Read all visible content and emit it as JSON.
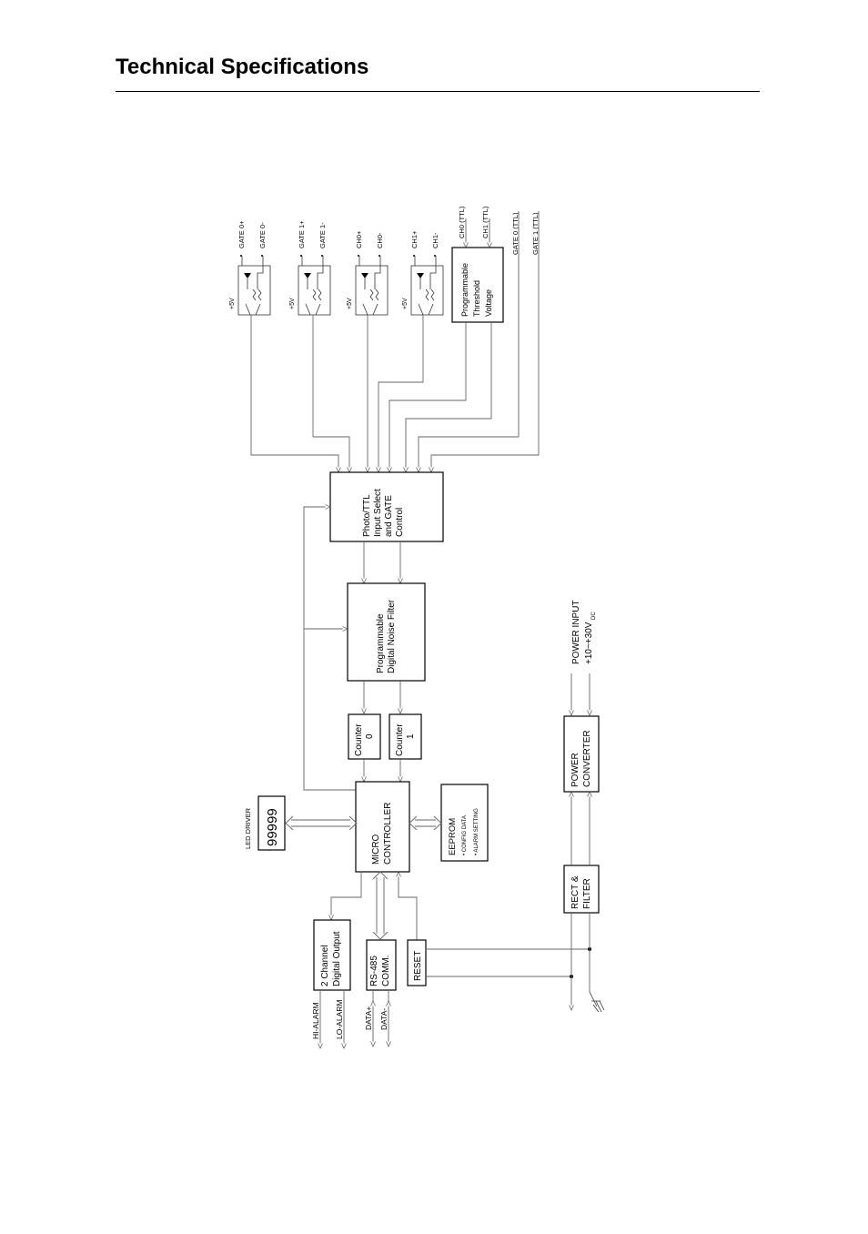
{
  "header": {
    "title": "Technical Specifications"
  },
  "inputs": {
    "gate0_plus": "GATE 0+",
    "gate0_minus": "GATE 0-",
    "gate1_plus": "GATE 1+",
    "gate1_minus": "GATE 1-",
    "ch0_plus": "CH0+",
    "ch0_minus": "CH0-",
    "ch1_plus": "CH1+",
    "ch1_minus": "CH1-",
    "ch0_ttl": "CH0 (TTL)",
    "ch1_ttl": "CH1 (TTL)",
    "gate0_ttl": "GATE 0 (TTL)",
    "gate1_ttl": "GATE 1 (TTL)",
    "plus5v": "+5V"
  },
  "blocks": {
    "threshold": [
      "Programmable",
      "Threshold",
      "Voltage"
    ],
    "input_select": [
      "Photo/TTL",
      "Input Select",
      "and GATE",
      "Control"
    ],
    "noise_filter": [
      "Programmable",
      "Digital Noise Filter"
    ],
    "counter0": [
      "Counter",
      "0"
    ],
    "counter1": [
      "Counter",
      "1"
    ],
    "micro": [
      "MICRO",
      "CONTROLLER"
    ],
    "eeprom_title": "EEPROM",
    "eeprom_items": [
      "• CONFIG DATA",
      "• ALARM SETTING"
    ],
    "led_driver": "LED DRIVER",
    "led_display": "99999",
    "digital_output": [
      "2 Channel",
      "Digital Output"
    ],
    "rs485": [
      "RS-485",
      "COMM."
    ],
    "reset": "RESET",
    "power_converter": [
      "POWER",
      "CONVERTER"
    ],
    "rect_filter": [
      "RECT &",
      "FILTER"
    ]
  },
  "signals": {
    "hi_alarm": "HI-ALARM",
    "lo_alarm": "LO-ALARM",
    "data_plus": "DATA+",
    "data_minus": "DATA-",
    "power_input": "POWER INPUT",
    "power_range": "+10~+30V",
    "power_range_sub": "DC"
  }
}
